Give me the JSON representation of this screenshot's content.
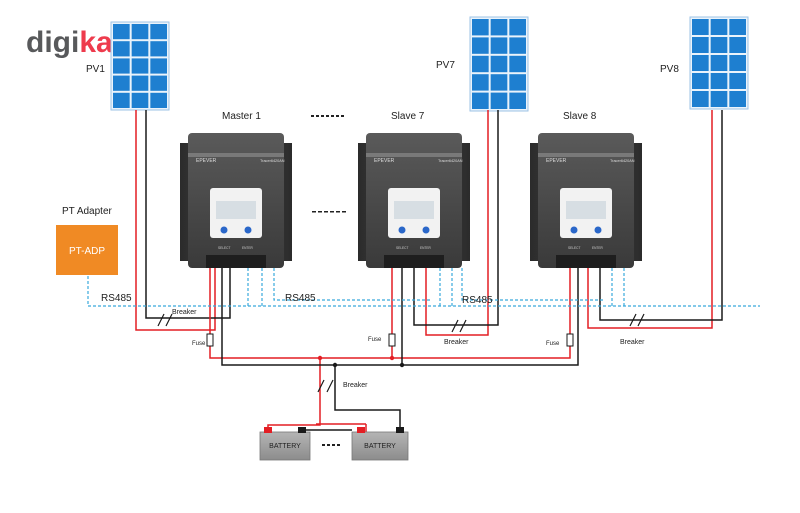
{
  "logo": {
    "part1": "digi",
    "part2": "kala"
  },
  "panels": [
    {
      "label": "PV1"
    },
    {
      "label": "PV7"
    },
    {
      "label": "PV8"
    }
  ],
  "controllers": [
    {
      "label": "Master 1",
      "brand": "EPEVER",
      "model": "Tracer6420AN"
    },
    {
      "label": "Slave 7",
      "brand": "EPEVER",
      "model": "Tracer6420AN"
    },
    {
      "label": "Slave 8",
      "brand": "EPEVER",
      "model": "Tracer6420AN"
    }
  ],
  "controller_buttons": {
    "left": "SELECT",
    "right": "ENTER"
  },
  "adapter": {
    "title": "PT Adapter",
    "box": "PT-ADP"
  },
  "rs485": [
    "RS485",
    "RS485",
    "RS485"
  ],
  "breakers": [
    "Breaker",
    "Breaker",
    "Breaker",
    "Breaker"
  ],
  "fuses": [
    "Fuse",
    "Fuse",
    "Fuse"
  ],
  "batteries": [
    "BATTERY",
    "BATTERY"
  ],
  "colors": {
    "positive": "#e31e24",
    "negative": "#1a1a1a",
    "rs485": "#39a9dc",
    "adapter": "#f08a24",
    "panel": "#1e7fd0",
    "logo_gray": "#58595b",
    "logo_red": "#ee3b4d"
  }
}
